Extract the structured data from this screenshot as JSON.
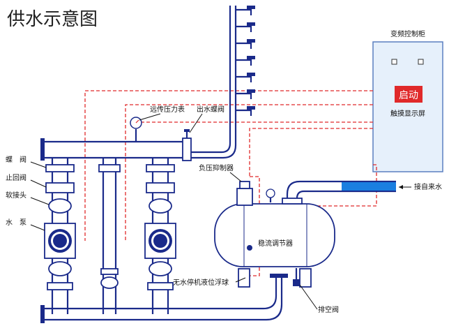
{
  "title": "供水示意图",
  "labels": {
    "cabinet": "变频控制柜",
    "start_button": "启动",
    "touch_screen": "触摸显示屏",
    "remote_gauge": "远传压力表",
    "outlet_valve": "出水蝶阀",
    "butterfly_valve": "蝶　阀",
    "check_valve": "止回阀",
    "soft_joint": "软接头",
    "pump": "水　泵",
    "suppressor": "负压抑制器",
    "tap_water": "接自来水",
    "tank": "稳流调节器",
    "float": "无水停机液位浮球",
    "drain": "排空阀"
  },
  "colors": {
    "pipe": "#1a2a8a",
    "control_wire": "#e0292a",
    "cabinet_fill": "#e6f0fb",
    "start_button": "#e0292a",
    "water_inlet": "#1a7fe0"
  }
}
